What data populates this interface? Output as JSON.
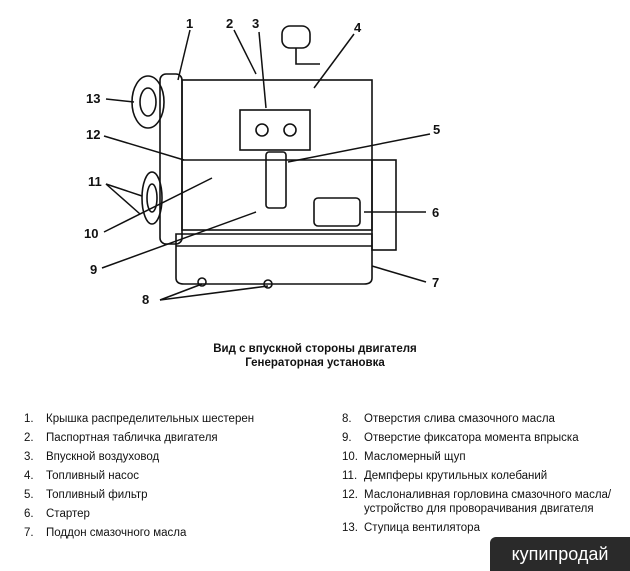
{
  "diagram": {
    "callouts": [
      "1",
      "2",
      "3",
      "4",
      "5",
      "6",
      "7",
      "8",
      "9",
      "10",
      "11",
      "12",
      "13"
    ]
  },
  "caption": {
    "line1": "Вид с впускной стороны двигателя",
    "line2": "Генераторная установка"
  },
  "legend_left": [
    {
      "num": "1.",
      "text": "Крышка распределительных шестерен"
    },
    {
      "num": "2.",
      "text": "Паспортная табличка двигателя"
    },
    {
      "num": "3.",
      "text": "Впускной воздуховод"
    },
    {
      "num": "4.",
      "text": "Топливный насос"
    },
    {
      "num": "5.",
      "text": "Топливный фильтр"
    },
    {
      "num": "6.",
      "text": "Стартер"
    },
    {
      "num": "7.",
      "text": "Поддон смазочного масла"
    }
  ],
  "legend_right": [
    {
      "num": "8.",
      "text": "Отверстия слива смазочного масла"
    },
    {
      "num": "9.",
      "text": "Отверстие фиксатора момента впрыска"
    },
    {
      "num": "10.",
      "text": "Масломерный щуп"
    },
    {
      "num": "11.",
      "text": "Демпферы крутильных колебаний"
    },
    {
      "num": "12.",
      "text": "Маслоналивная горловина смазочного масла/устройство для проворачивания двигателя"
    },
    {
      "num": "13.",
      "text": "Ступица вентилятора"
    }
  ],
  "watermark": "купипродай"
}
